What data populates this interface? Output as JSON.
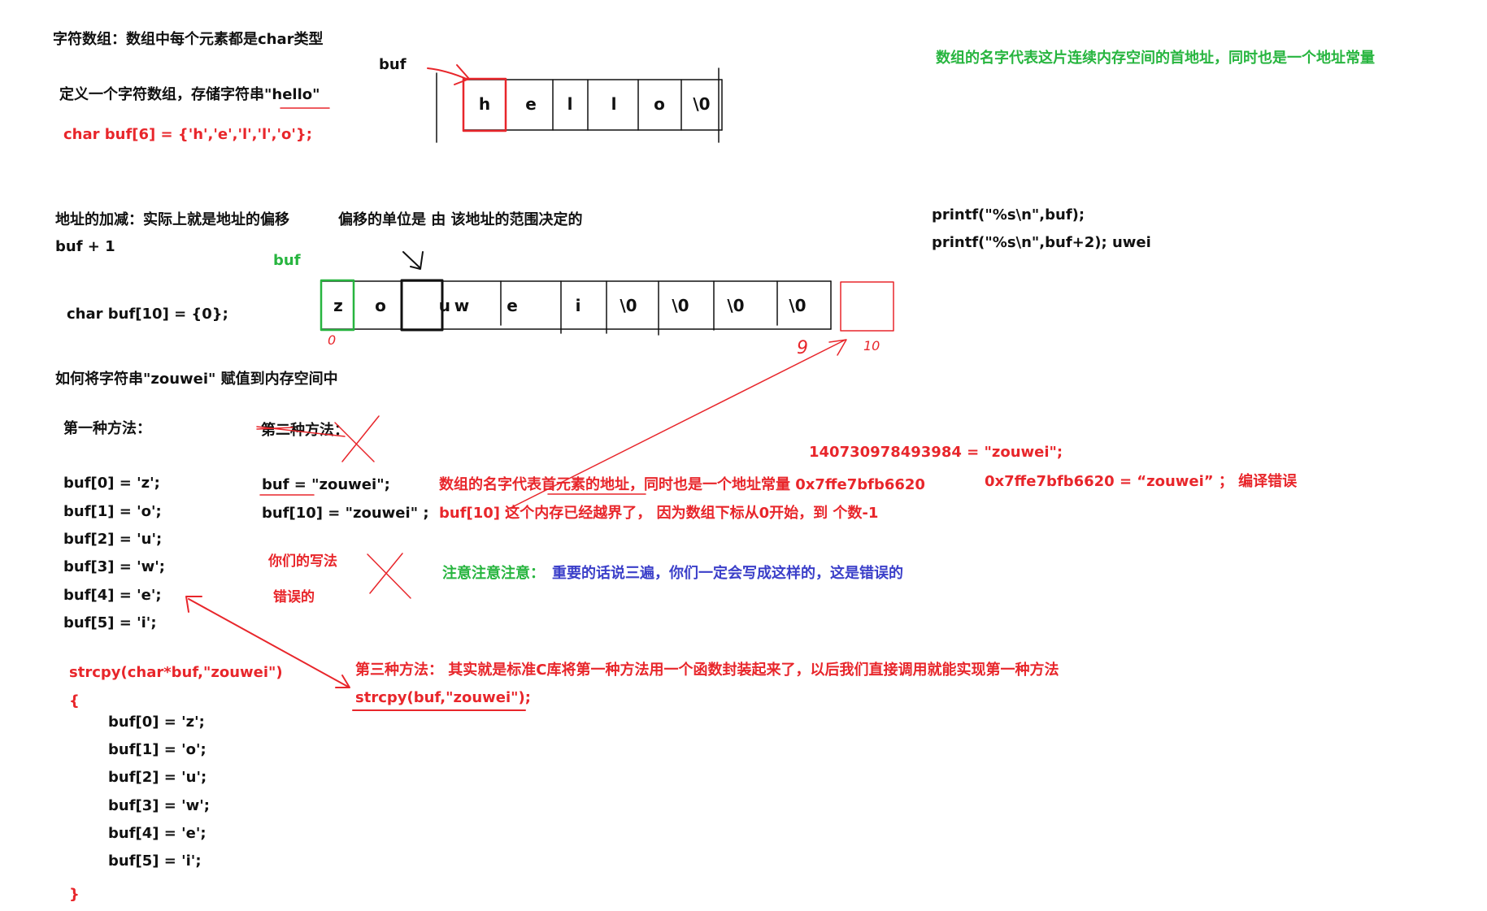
{
  "section1": {
    "title": "字符数组：数组中每个元素都是char类型",
    "define_note": "定义一个字符数组，存储字符串\"hello\"",
    "decl": "char  buf[6] = {'h','e','l','l','o'};",
    "buf_label": "buf",
    "cells": [
      "h",
      "e",
      "l",
      "l",
      "o",
      "\\0"
    ],
    "name_note": "数组的名字代表这片连续内存空间的首地址，同时也是一个地址常量"
  },
  "section2": {
    "title": "地址的加减：实际上就是地址的偏移",
    "offset_note": "偏移的单位是 由 该地址的范围决定的",
    "expr": "buf + 1",
    "buf_label": "buf",
    "decl": "char  buf[10] = {0};",
    "cells": [
      "z",
      "o",
      "u",
      "w",
      "e",
      "i",
      "\\0",
      "\\0",
      "\\0",
      "\\0"
    ],
    "printf1": "printf(\"%s\\n\",buf);",
    "printf2": "printf(\"%s\\n\",buf+2);   uwei",
    "mark_0": "0",
    "mark_9": "9",
    "mark_10": "10"
  },
  "section3": {
    "title": "如何将字符串\"zouwei\"  赋值到内存空间中",
    "method1_title": "第一种方法：",
    "method1_lines": [
      "buf[0] = 'z';",
      "buf[1] = 'o';",
      "buf[2] = 'u';",
      "buf[3] = 'w';",
      "buf[4] = 'e';",
      "buf[5] = 'i';"
    ],
    "method2_title": "第二种方法：",
    "wrong1": "buf = \"zouwei\";",
    "wrong2": "buf[10]  = \"zouwei\" ;",
    "explain1": "数组的名字代表首元素的地址，同时也是一个地址常量 0x7ffe7bfb6620",
    "explain2": "buf[10] 这个内存已经越界了，  因为数组下标从0开始，到 个数-1",
    "addr_eq": "140730978493984 = \"zouwei\";",
    "addr_err": "0x7ffe7bfb6620 =  “zouwei” ；  编译错误",
    "your_way": "你们的写法",
    "wrong_word": "错误的",
    "notice_green": "注意注意注意：",
    "notice_blue": "重要的话说三遍，你们一定会写成这样的，这是错误的",
    "method3": "第三种方法：  其实就是标准C库将第一种方法用一个函数封装起来了，以后我们直接调用就能实现第一种方法",
    "strcpy_call": "strcpy(buf,\"zouwei\");",
    "strcpy_sig": "strcpy(char*buf,\"zouwei\")",
    "brace_open": "{",
    "strcpy_lines": [
      "buf[0] = 'z';",
      "buf[1] = 'o';",
      "buf[2] = 'u';",
      "buf[3] = 'w';",
      "buf[4] = 'e';",
      "buf[5] = 'i';"
    ],
    "brace_close": "}"
  },
  "colors": {
    "red": "#e8262b",
    "green": "#27b53f",
    "blue": "#3b3fc9",
    "text": "#111111"
  }
}
